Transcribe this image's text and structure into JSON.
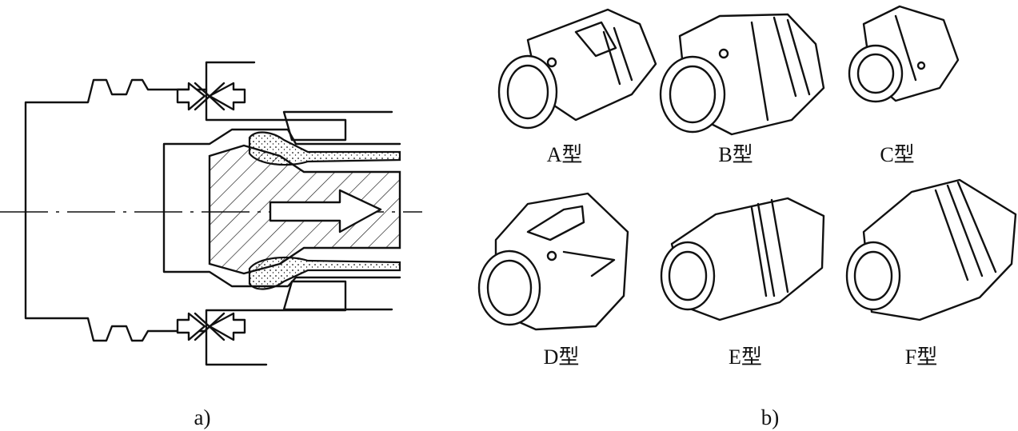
{
  "figure": {
    "panel_a_label": "a)",
    "panel_b_label": "b)"
  },
  "types": {
    "a": "A型",
    "b": "B型",
    "c": "C型",
    "d": "D型",
    "e": "E型",
    "f": "F型"
  }
}
